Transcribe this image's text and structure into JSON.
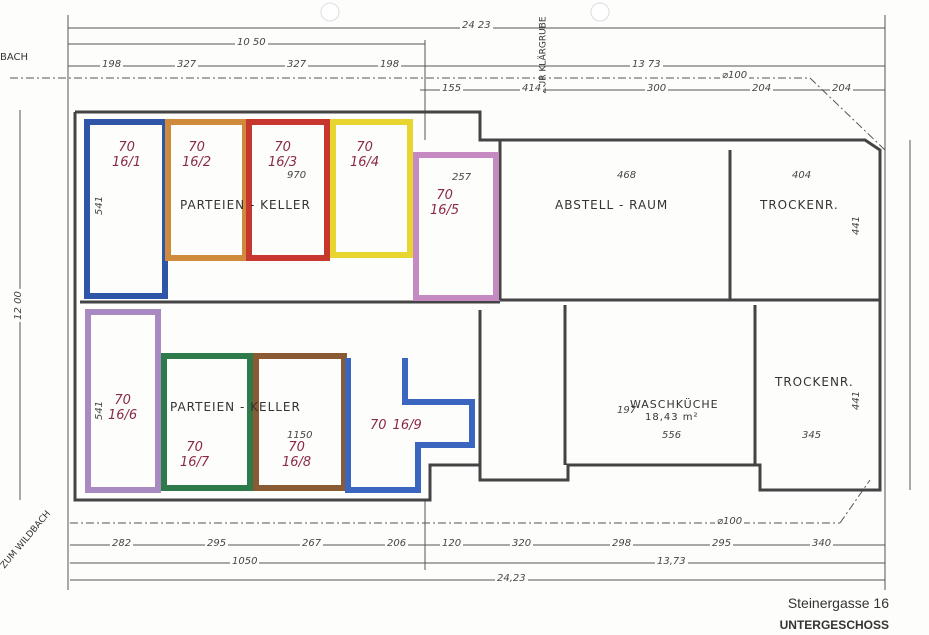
{
  "title": {
    "address": "Steinergasse 16",
    "floor": "UNTERGESCHOSS"
  },
  "annotations": {
    "top_left_arrow": "BACH",
    "bottom_left_arrow": "ZUM WILDBACH",
    "klaergrube": "ZUR KLÄRGRUBE",
    "pipe_top": "⌀100",
    "pipe_bottom": "⌀100"
  },
  "dimensions": {
    "top_total": "24 23",
    "top_left": "10 50",
    "top_segments": [
      "198",
      "327",
      "327",
      "198",
      "13 73"
    ],
    "top_right_segments": [
      "155",
      "414",
      "300",
      "204",
      "204"
    ],
    "bottom_segments": [
      "282",
      "295",
      "267",
      "206",
      "120",
      "320",
      "298",
      "295",
      "340"
    ],
    "bottom_left": "1050",
    "bottom_right": "13,73",
    "bottom_total": "24,23",
    "left_height": "12 00",
    "inner": [
      "541",
      "541",
      "970",
      "257",
      "468",
      "404",
      "441",
      "441",
      "1150",
      "556",
      "345",
      "197"
    ]
  },
  "rooms": {
    "keller_top": "PARTEIEN - KELLER",
    "keller_bottom": "PARTEIEN - KELLER",
    "abstellraum": "ABSTELL - RAUM",
    "trocken_top": "TROCKENR.",
    "trocken_bottom": "TROCKENR.",
    "waschkueche": "WASCHKÜCHE",
    "waschkueche_area": "18,43 m²"
  },
  "units": [
    {
      "height": "70",
      "id": "16/1",
      "color": "#2f55a8"
    },
    {
      "height": "70",
      "id": "16/2",
      "color": "#d08a3c"
    },
    {
      "height": "70",
      "id": "16/3",
      "color": "#c8372e"
    },
    {
      "height": "70",
      "id": "16/4",
      "color": "#e8d530"
    },
    {
      "height": "70",
      "id": "16/5",
      "color": "#c58ac2"
    },
    {
      "height": "70",
      "id": "16/6",
      "color": "#a98ac0"
    },
    {
      "height": "70",
      "id": "16/7",
      "color": "#2f7a4a"
    },
    {
      "height": "70",
      "id": "16/8",
      "color": "#8a5a35"
    },
    {
      "height": "70",
      "id": "16/9",
      "color": "#3a66c0"
    }
  ]
}
